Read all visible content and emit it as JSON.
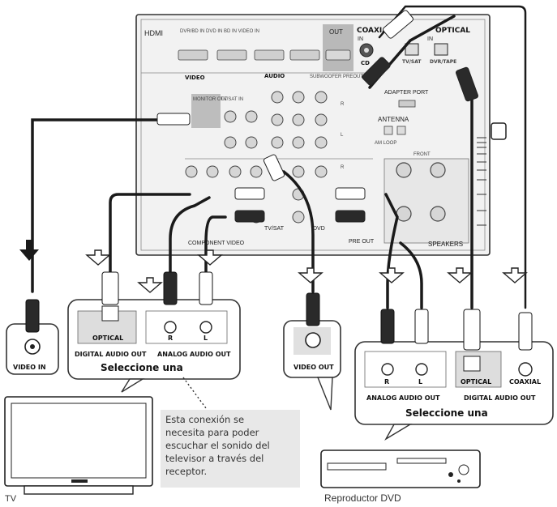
{
  "receiver": {
    "hdmi": "HDMI",
    "hdmi_inputs": "DVR/BD IN  DVD IN  BD IN  VIDEO IN",
    "hdmi_out": "OUT",
    "coaxial": "COAXIAL",
    "coaxial_in": "IN",
    "coaxial_cd": "CD",
    "optical": "OPTICAL",
    "optical_in": "IN",
    "optical_tvsat": "TV/SAT",
    "optical_dvrtape": "DVR/TAPE",
    "video": "VIDEO",
    "monitor_out": "MONITOR OUT",
    "tvsat_in": "TV/SAT IN",
    "audio": "AUDIO",
    "subwoofer": "SUBWOOFER PREOUT",
    "adapter_port": "ADAPTER PORT",
    "antenna": "ANTENNA",
    "am_loop": "AM LOOP",
    "component_video": "COMPONENT VIDEO",
    "tvsat": "TV/SAT",
    "dvd": "DVD",
    "pre_out": "PRE OUT",
    "speakers": "SPEAKERS",
    "front": "FRONT",
    "r": "R",
    "l": "L"
  },
  "tv_panel": {
    "video_in": "VIDEO IN",
    "optical": "OPTICAL",
    "digital_audio_out": "DIGITAL AUDIO OUT",
    "analog_audio_out": "ANALOG AUDIO OUT",
    "r": "R",
    "l": "L",
    "select_one": "Seleccione una"
  },
  "dvd_panel": {
    "video_out": "VIDEO OUT",
    "analog_audio_out": "ANALOG AUDIO OUT",
    "optical": "OPTICAL",
    "coaxial": "COAXIAL",
    "digital_audio_out": "DIGITAL AUDIO OUT",
    "r": "R",
    "l": "L",
    "select_one": "Seleccione una"
  },
  "note": {
    "lines": [
      "Esta conexión se",
      "necesita para poder",
      "escuchar el sonido del",
      "televisor a través del",
      "receptor."
    ]
  },
  "devices": {
    "tv": "TV",
    "dvd_player": "Reproductor DVD"
  },
  "colors": {
    "panel": "#f2f2f2",
    "cable": "#1a1a1a",
    "red_plug": "#2a2a2a",
    "white_plug": "#ffffff",
    "note_bg": "#e8e8e8"
  }
}
